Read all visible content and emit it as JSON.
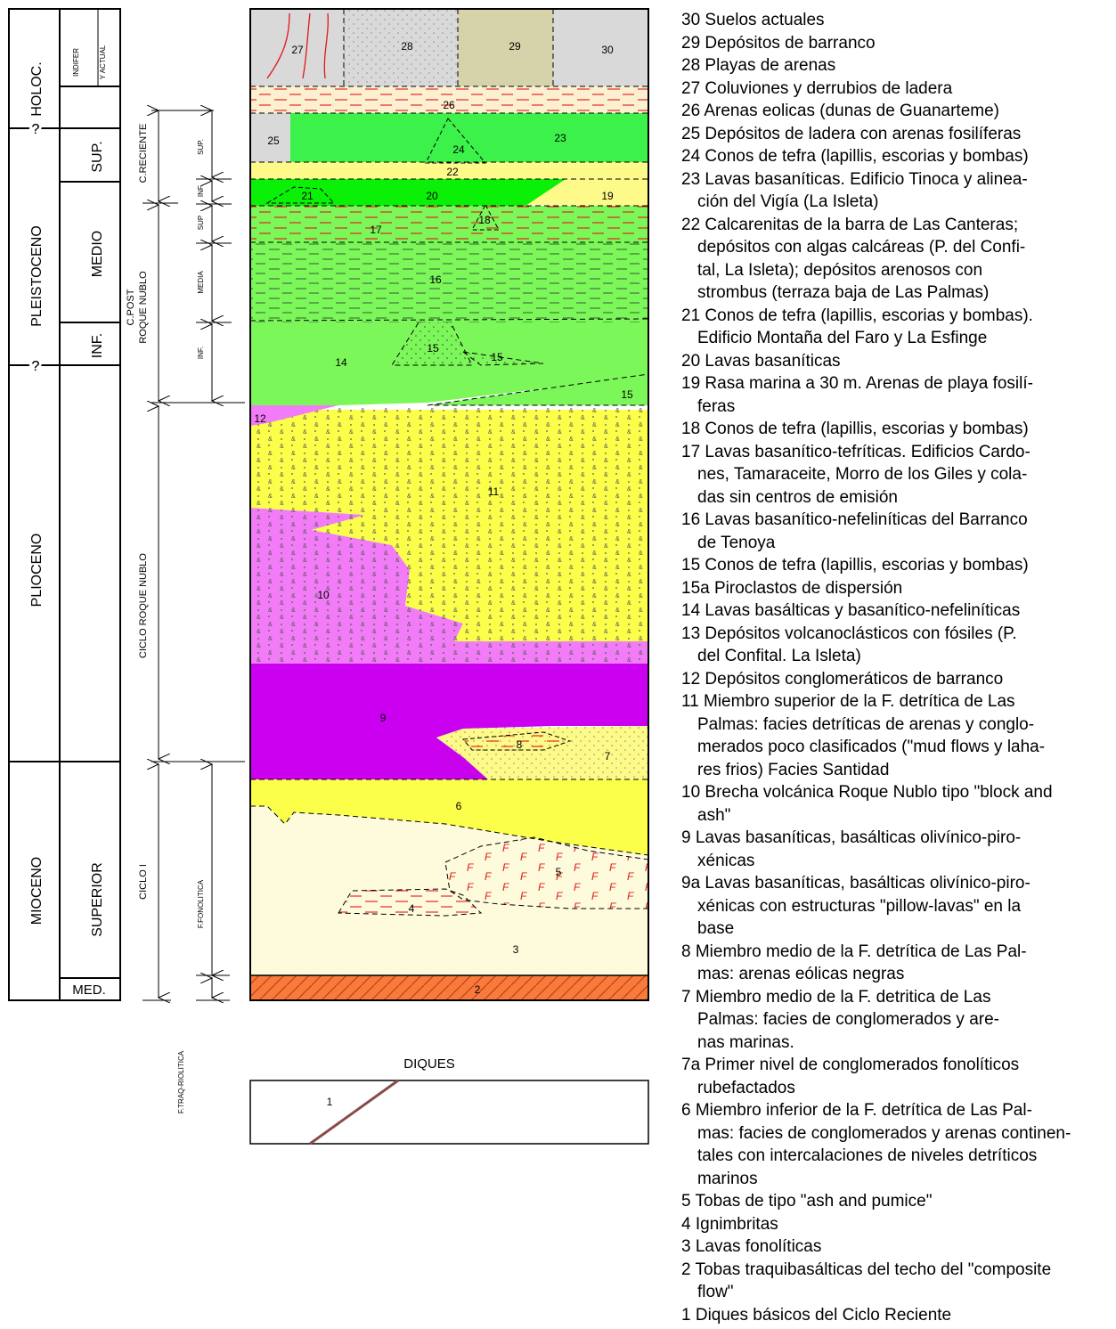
{
  "timescale": {
    "holoceno": "HOLOC.",
    "indifer": "INDIFER",
    "actual": "Y ACTUAL",
    "q1": "?",
    "q2": "?",
    "pleistoceno": "PLEISTOCENO",
    "sup": "SUP.",
    "medio": "MEDIO",
    "inf": "INF.",
    "plioceno": "PLIOCENO",
    "mioceno": "MIOCENO",
    "superior": "SUPERIOR",
    "med": "MED."
  },
  "cycles": {
    "c_reciente": "C.RECIENTE",
    "c_post_1": "C.POST",
    "c_post_2": "ROQUE NUBLO",
    "ciclo_rn": "CICLO ROQUE NUBLO",
    "ciclo_i": "CICLO I",
    "sub_sup1": "SUP.",
    "sub_inf1": "INF.",
    "sub_sup2": "SUP",
    "sub_media": "MEDIA",
    "sub_inf2": "INF.",
    "f_fonolitica": "F.FONOLITICA",
    "f_traq": "F.TRAQ-RIOLITICA"
  },
  "units": {
    "u1": "1",
    "u2": "2",
    "u3": "3",
    "u4": "4",
    "u5": "5",
    "u6": "6",
    "u7": "7",
    "u8": "8",
    "u9": "9",
    "u10": "10",
    "u11": "11",
    "u12": "12",
    "u14": "14",
    "u15": "15",
    "u15a_a": "15",
    "u15a_b": "15",
    "u16": "16",
    "u17": "17",
    "u18": "18",
    "u19": "19",
    "u20": "20",
    "u21": "21",
    "u22": "22",
    "u23": "23",
    "u24": "24",
    "u25": "25",
    "u26": "26",
    "u27": "27",
    "u28": "28",
    "u29": "29",
    "u30": "30"
  },
  "diques_title": "DIQUES",
  "colors": {
    "grey": "#d9d9d9",
    "khaki": "#d6d3ab",
    "cream": "#fcf0d0",
    "green_light": "#7cf75a",
    "green": "#3cf24a",
    "green_dark": "#0af006",
    "yellow": "#fbff4a",
    "yellow_pale": "#fdfa8a",
    "magenta": "#f27cf7",
    "purple": "#cc00f0",
    "cream_pale": "#fdfbdc",
    "orange": "#f97a3a",
    "dike": "#8b4a4a",
    "red_dash": "#e01818"
  },
  "legend": [
    "30 Suelos actuales",
    "29 Depósitos de barranco",
    "28 Playas de arenas",
    "27 Coluviones y derrubios de ladera",
    "26 Arenas eolicas (dunas de Guanarteme)",
    "25 Depósitos de ladera con arenas fosilíferas",
    "24 Conos de tefra (lapillis, escorias y bombas)",
    "23 Lavas basaníticas. Edificio Tinoca y alinea-\nción del Vigía (La Isleta)",
    "22 Calcarenitas de la barra de Las Canteras;\ndepósitos con algas calcáreas (P. del Confi-\ntal, La Isleta); depósitos arenosos con\nstrombus (terraza baja de Las Palmas)",
    "21 Conos de tefra (lapillis, escorias y bombas).\nEdificio Montaña del Faro y La Esfinge",
    "20 Lavas basaníticas",
    "19 Rasa marina a 30 m. Arenas de playa fosilí-\nferas",
    "18 Conos de tefra (lapillis, escorias y bombas)",
    "17 Lavas basanítico-tefríticas. Edificios Cardo-\nnes, Tamaraceite, Morro de los Giles y cola-\ndas sin centros de emisión",
    "16 Lavas basanítico-nefeliníticas del Barranco\nde Tenoya",
    "15 Conos de tefra (lapillis, escorias y bombas)",
    "15a Piroclastos de dispersión",
    "14 Lavas basálticas y basanítico-nefeliníticas",
    "13 Depósitos volcanoclásticos con fósiles (P.\ndel Confital. La Isleta)",
    "12 Depósitos conglomeráticos de barranco",
    "11 Miembro superior de la F. detrítica de Las\nPalmas: facies detríticas de arenas y conglo-\nmerados poco clasificados (\"mud flows y laha-\nres frios) Facies Santidad",
    "10 Brecha volcánica Roque Nublo tipo \"block and\nash\"",
    "9  Lavas basaníticas, basálticas olivínico-piro-\nxénicas",
    "9a Lavas basaníticas, basálticas olivínico-piro-\nxénicas con estructuras \"pillow-lavas\" en la\nbase",
    "8  Miembro medio de la F. detrítica de Las Pal-\nmas: arenas eólicas negras",
    "7  Miembro medio de la F. detritica de Las\nPalmas: facies de conglomerados y are-\nnas marinas.",
    "7a  Primer nivel de conglomerados fonolíticos\nrubefactados",
    "6  Miembro inferior de la F. detrítica de Las Pal-\nmas: facies de conglomerados y arenas continen-\ntales con intercalaciones de niveles detríticos\nmarinos",
    "5  Tobas de tipo \"ash and pumice\"",
    "4  Ignimbritas",
    "3  Lavas fonolíticas",
    "2  Tobas traquibasálticas del techo del \"composite\nflow\"",
    "1  Diques básicos del Ciclo Reciente"
  ]
}
